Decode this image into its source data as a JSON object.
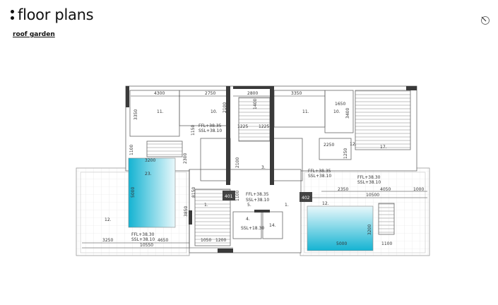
{
  "header": {
    "title": "floor plans",
    "subtitle": "roof garden"
  },
  "icons": {
    "compass": "north-arrow-icon"
  },
  "colors": {
    "pool": "#2ec3dc",
    "wall": "#3a3a3a",
    "tag": "#444444"
  },
  "plan": {
    "dimensions": [
      "4300",
      "2750",
      "2800",
      "3350",
      "1650",
      "3350",
      "2100",
      "1400",
      "3400",
      "1150",
      "1225",
      "1225",
      "1100",
      "3200",
      "2300",
      "2100",
      "2250",
      "1250",
      "5000",
      "8150",
      "3850",
      "1100",
      "3250",
      "4650",
      "10550",
      "1050",
      "1200",
      "2350",
      "4050",
      "1000",
      "10500",
      "3200",
      "5000",
      "1100"
    ],
    "rooms": [
      "11.",
      "10.",
      "11.",
      "10.",
      "17.",
      "12.",
      "23.",
      "12.",
      "3.",
      "1.",
      "5.",
      "1.",
      "4.",
      "14.",
      "12."
    ],
    "levels": {
      "ffl_3835": "FFL+38.35",
      "ssl_3810": "SSL+38.10",
      "ffl_3830": "FFL+38.30",
      "ssl_1830": "SSL+18.30"
    },
    "units": [
      "401",
      "402"
    ]
  }
}
